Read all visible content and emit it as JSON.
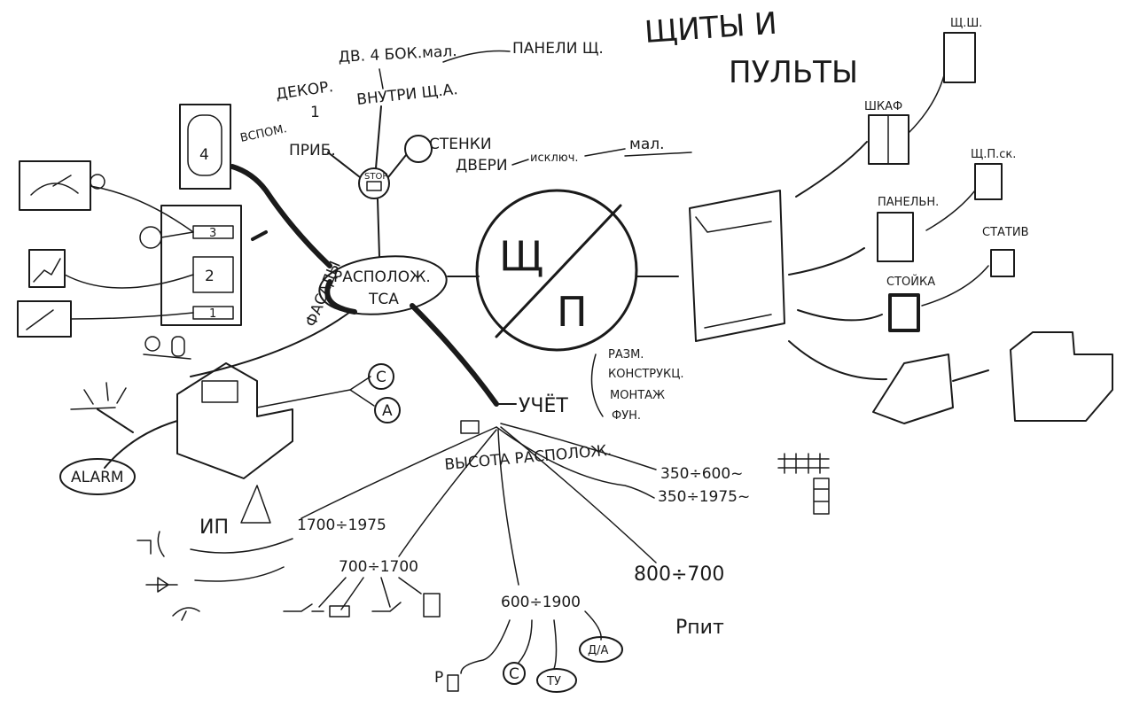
{
  "title": {
    "line1": "ЩИТЫ И",
    "line2": "ПУЛЬТЫ"
  },
  "center": {
    "line1": "РАСПОЛОЖ.",
    "line2": "ТСА"
  },
  "symbol": {
    "left": "Щ",
    "right": "П"
  },
  "branch_facade": "ФАСАДЫ",
  "top_labels": {
    "dv": "ДВ. 4 БОК.мал.",
    "panel": "ПАНЕЛИ Щ.",
    "dekor": "ДЕКОР.",
    "inside": "ВНУТРИ Щ.А.",
    "vspom": "ВСПОМ.",
    "one": "1",
    "prib": "ПРИБ.",
    "stop": "STOP",
    "walls": "СТЕНКИ",
    "doors": "ДВЕРИ",
    "except": "исключ.",
    "small": "мал."
  },
  "facade_panel": {
    "n4": "4",
    "n3": "3",
    "n2": "2",
    "n1": "1"
  },
  "console": {
    "c": "C",
    "a": "A",
    "alarm": "ALARM"
  },
  "types": {
    "shsh": "Щ.Ш.",
    "shkaf": "ШКАФ",
    "shpsk": "Щ.П.ск.",
    "panelny": "ПАНЕЛЬН.",
    "stativ": "СТАТИВ",
    "stoyka": "СТОЙКА"
  },
  "uchet": {
    "label": "УЧЁТ",
    "items": [
      "РАЗМ.",
      "КОНСТРУКЦ.",
      "МОНТАЖ",
      "ФУН."
    ]
  },
  "height": {
    "label": "ВЫСОТА РАСПОЛОЖ.",
    "r1": "350÷600~",
    "r2": "350÷1975~",
    "r3": "1700÷1975",
    "ip": "ИП",
    "r4": "700÷1700",
    "r5": "600÷1900",
    "r6": "800÷700",
    "rpit": "Рпит",
    "p": "Р",
    "c": "C",
    "ty": "ТУ",
    "da": "Д/А"
  }
}
